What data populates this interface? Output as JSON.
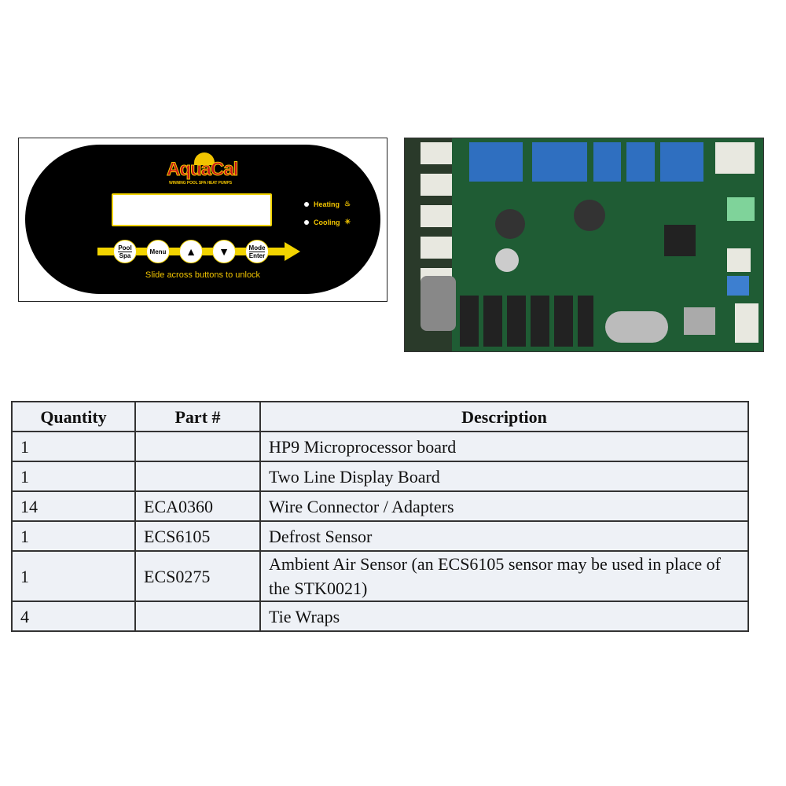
{
  "panel": {
    "brand": "AquaCal",
    "tagline": "WINNING POOL SPA HEAT PUMPS",
    "indicators": [
      {
        "label": "Heating",
        "icon": "flame-icon"
      },
      {
        "label": "Cooling",
        "icon": "snowflake-icon"
      }
    ],
    "buttons": [
      {
        "top": "Pool",
        "bottom": "Spa"
      },
      {
        "label": "Menu"
      },
      {
        "icon": "triangle-up-icon",
        "label": "▲"
      },
      {
        "icon": "triangle-down-icon",
        "label": "▼"
      },
      {
        "top": "Mode",
        "bottom": "Enter"
      }
    ],
    "unlock_text": "Slide across buttons to unlock",
    "accent": "#f2c500"
  },
  "table": {
    "headers": [
      "Quantity",
      "Part #",
      "Description"
    ],
    "rows": [
      [
        "1",
        "",
        "HP9 Microprocessor board"
      ],
      [
        "1",
        "",
        "Two Line Display Board"
      ],
      [
        "14",
        "ECA0360",
        "Wire Connector / Adapters"
      ],
      [
        "1",
        "ECS6105",
        "Defrost Sensor"
      ],
      [
        "1",
        "ECS0275",
        "Ambient Air Sensor (an ECS6105 sensor may be used in place of the STK0021)"
      ],
      [
        "4",
        "",
        "Tie Wraps"
      ]
    ]
  }
}
